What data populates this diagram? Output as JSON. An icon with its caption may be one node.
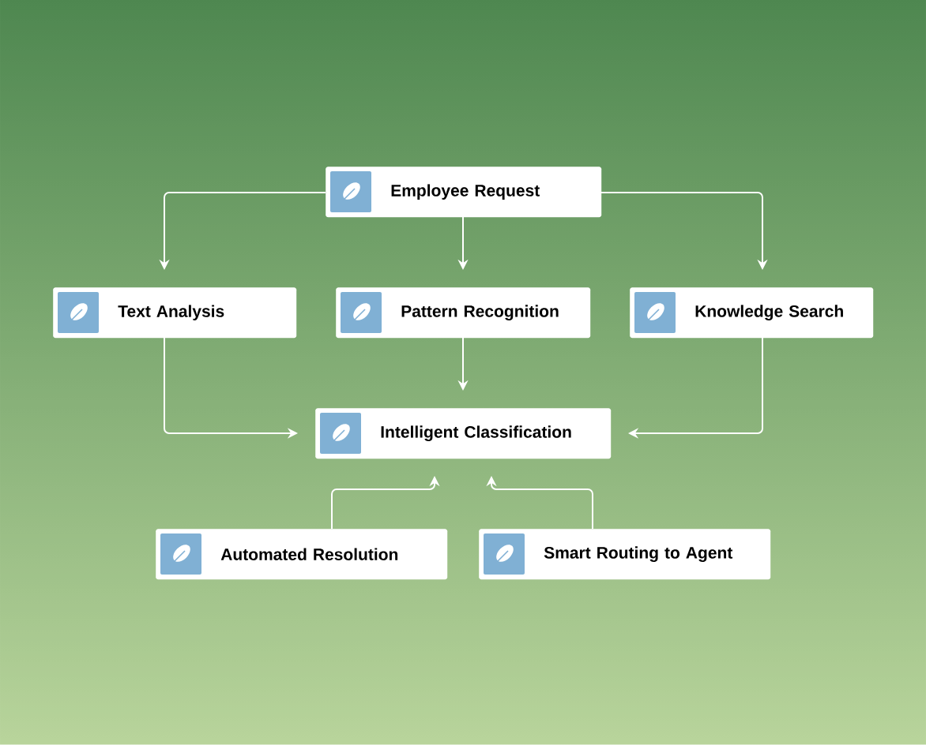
{
  "diagram": {
    "nodes": [
      {
        "text": [
          "Employee Request"
        ]
      },
      {
        "text": [
          "Text Analysis"
        ]
      },
      {
        "text": [
          "Pattern Recognition"
        ]
      },
      {
        "text": [
          "Knowledge Search"
        ]
      },
      {
        "text": [
          "Intelligent Classification"
        ]
      },
      {
        "text": [
          "Automated Resolution"
        ]
      },
      {
        "text": [
          "Smart Routing to Agent"
        ]
      }
    ],
    "edges": [
      {
        "from": 0,
        "to": 1,
        "arrow": "to"
      },
      {
        "from": 0,
        "to": 2,
        "arrow": "to"
      },
      {
        "from": 0,
        "to": 3,
        "arrow": "to"
      },
      {
        "from": 1,
        "to": 4,
        "arrow": "to"
      },
      {
        "from": 2,
        "to": 4,
        "arrow": "to"
      },
      {
        "from": 3,
        "to": 4,
        "arrow": "to"
      },
      {
        "from": 5,
        "to": 4,
        "arrow": "to"
      },
      {
        "from": 6,
        "to": 4,
        "arrow": "to"
      }
    ]
  }
}
